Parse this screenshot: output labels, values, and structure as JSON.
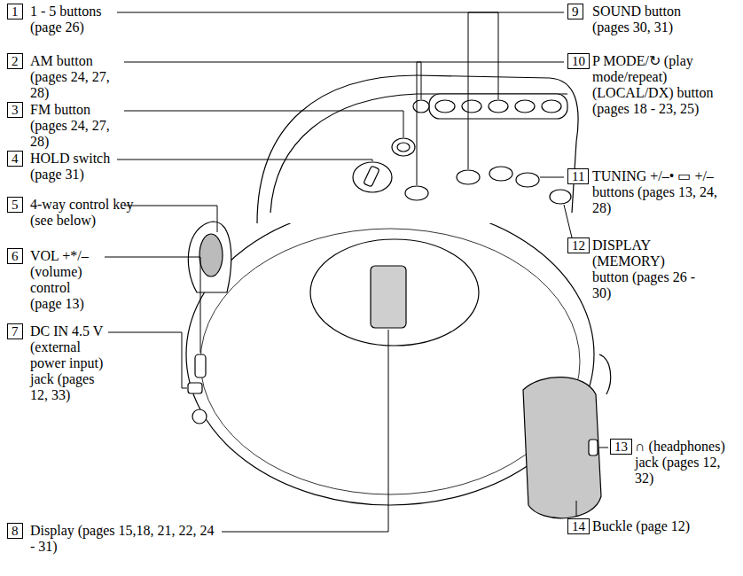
{
  "diagram": {
    "labels": [
      "1",
      "1 - 5 buttons (page 26)",
      "2",
      "AM button (pages 24, 27, 28)",
      "3",
      "FM button (pages 24, 27, 28)",
      "4",
      "HOLD switch (page 31)",
      "5",
      "4-way control key (see below)",
      "6",
      "VOL +*/– (volume) control (page 13)",
      "7",
      "DC IN 4.5 V (external power input) jack (pages 12, 33)",
      "8",
      "Display (pages 15,18, 21, 22, 24 - 31)",
      "9",
      "SOUND button (pages 30, 31)",
      "10",
      "P MODE/↻ (play mode/repeat) (LOCAL/DX) button (pages 18 - 23, 25)",
      "11",
      "TUNING +/–• ▭ +/– buttons (pages 13, 24, 28)",
      "12",
      "DISPLAY (MEMORY) button (pages 26 - 30)",
      "13",
      "∩ (headphones) jack (pages 12, 32)",
      "14",
      "Buckle (page 12)"
    ]
  }
}
